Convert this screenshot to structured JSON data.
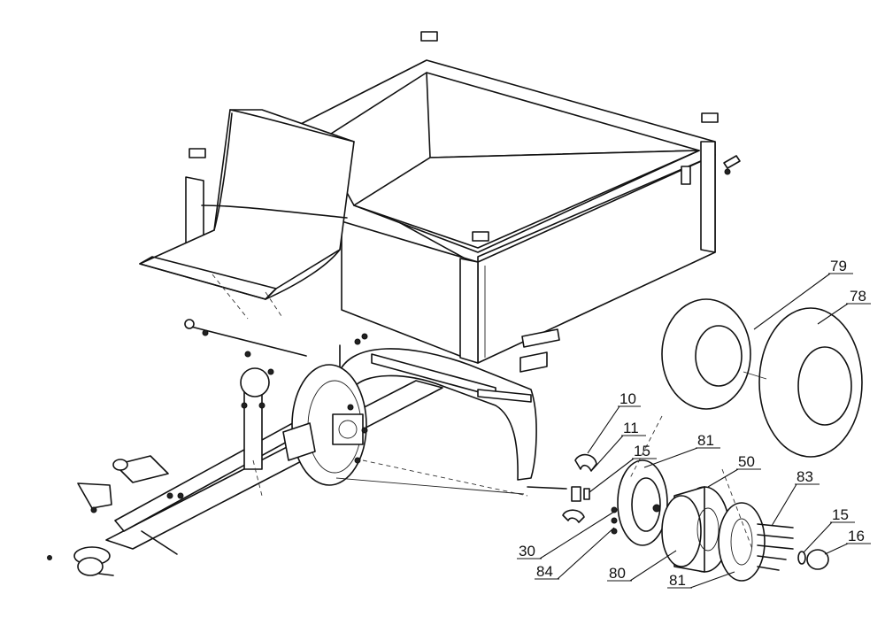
{
  "callouts": [
    {
      "id": "c79a",
      "label": "79"
    },
    {
      "id": "c78",
      "label": "78"
    },
    {
      "id": "c10",
      "label": "10"
    },
    {
      "id": "c11",
      "label": "11"
    },
    {
      "id": "c15a",
      "label": "15"
    },
    {
      "id": "c81a",
      "label": "81"
    },
    {
      "id": "c50",
      "label": "50"
    },
    {
      "id": "c83",
      "label": "83"
    },
    {
      "id": "c15b",
      "label": "15"
    },
    {
      "id": "c16",
      "label": "16"
    },
    {
      "id": "c30",
      "label": "30"
    },
    {
      "id": "c84",
      "label": "84"
    },
    {
      "id": "c80",
      "label": "80"
    },
    {
      "id": "c81b",
      "label": "81"
    }
  ]
}
